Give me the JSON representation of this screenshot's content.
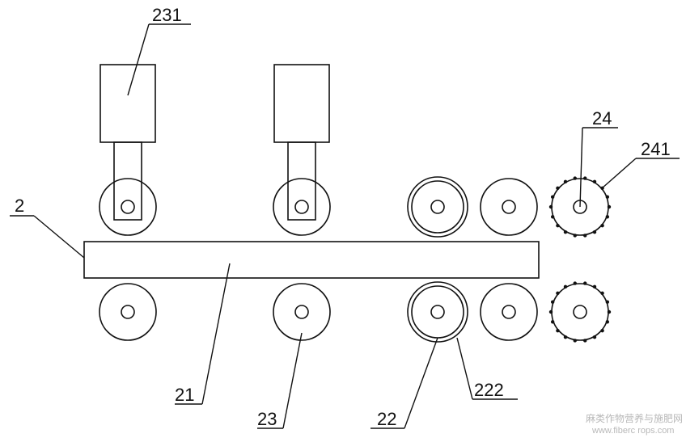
{
  "labels": {
    "l231": "231",
    "l2": "2",
    "l24": "24",
    "l241": "241",
    "l21": "21",
    "l23": "23",
    "l22": "22",
    "l222": "222"
  },
  "watermark": {
    "line1": "麻类作物营养与施肥网",
    "line2": "www.fiberc rops.com"
  },
  "colors": {
    "stroke": "#111111",
    "background": "#ffffff",
    "watermark": "#b8b8b8"
  }
}
